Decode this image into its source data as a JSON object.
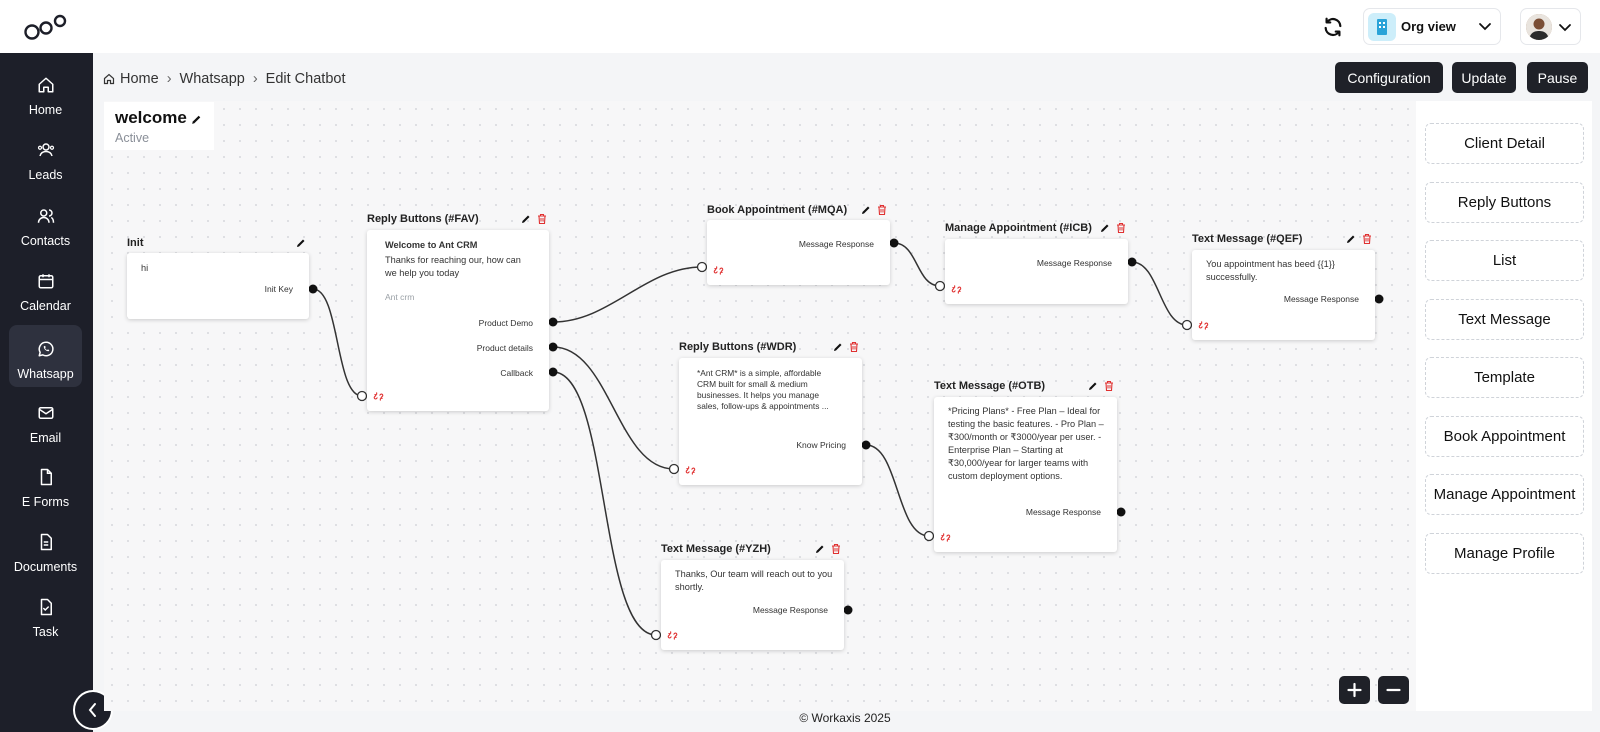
{
  "header": {
    "org_label": "Org view",
    "icons": {
      "refresh": "refresh-icon",
      "org": "building-icon",
      "chevron": "chevron-down-icon"
    }
  },
  "sidebar": {
    "items": [
      {
        "label": "Home",
        "icon": "home-icon"
      },
      {
        "label": "Leads",
        "icon": "leads-icon"
      },
      {
        "label": "Contacts",
        "icon": "contacts-icon"
      },
      {
        "label": "Calendar",
        "icon": "calendar-icon"
      },
      {
        "label": "Whatsapp",
        "icon": "whatsapp-icon",
        "active": true
      },
      {
        "label": "Email",
        "icon": "email-icon"
      },
      {
        "label": "E Forms",
        "icon": "file-icon"
      },
      {
        "label": "Documents",
        "icon": "document-icon"
      },
      {
        "label": "Task",
        "icon": "task-icon"
      }
    ]
  },
  "breadcrumb": {
    "home": "Home",
    "section": "Whatsapp",
    "page": "Edit Chatbot"
  },
  "actions": {
    "configuration": "Configuration",
    "update": "Update",
    "pause": "Pause"
  },
  "flow": {
    "title": "welcome",
    "status": "Active"
  },
  "nodes": {
    "init": {
      "title": "Init",
      "text": "hi",
      "output": "Init Key"
    },
    "fav": {
      "title": "Reply Buttons (#FAV)",
      "heading": "Welcome to Ant CRM",
      "text": "Thanks for reaching our, how can we help you today",
      "sub": "Ant crm",
      "buttons": [
        "Product Demo",
        "Product details",
        "Callback"
      ]
    },
    "mqa": {
      "title": "Book Appointment (#MQA)",
      "output": "Message Response"
    },
    "icb": {
      "title": "Manage Appointment (#ICB)",
      "output": "Message Response"
    },
    "qef": {
      "title": "Text Message (#QEF)",
      "text": "You appointment has beed {{1}} successfully.",
      "output": "Message Response"
    },
    "wdr": {
      "title": "Reply Buttons (#WDR)",
      "text": "*Ant CRM* is a simple, affordable CRM built for small & medium businesses. It helps you manage sales, follow-ups & appointments ...",
      "output": "Know Pricing"
    },
    "otb": {
      "title": "Text Message (#OTB)",
      "text": "*Pricing Plans* - Free Plan – Ideal for testing the basic features. - Pro Plan – ₹300/month or ₹3000/year per user. - Enterprise Plan – Starting at ₹30,000/year for larger teams with custom deployment options.",
      "output": "Message Response"
    },
    "yzh": {
      "title": "Text Message (#YZH)",
      "text": "Thanks, Our team will reach out to you shortly.",
      "output": "Message Response"
    }
  },
  "panel": {
    "items": [
      "Client Detail",
      "Reply Buttons",
      "List",
      "Text Message",
      "Template",
      "Book Appointment",
      "Manage Appointment",
      "Manage Profile"
    ]
  },
  "footer": {
    "text": "© Workaxis 2025"
  },
  "colors": {
    "sidebar": "#1d1f29",
    "active": "#2e313e",
    "delete": "#e03131",
    "dark_button": "#1f2128"
  }
}
